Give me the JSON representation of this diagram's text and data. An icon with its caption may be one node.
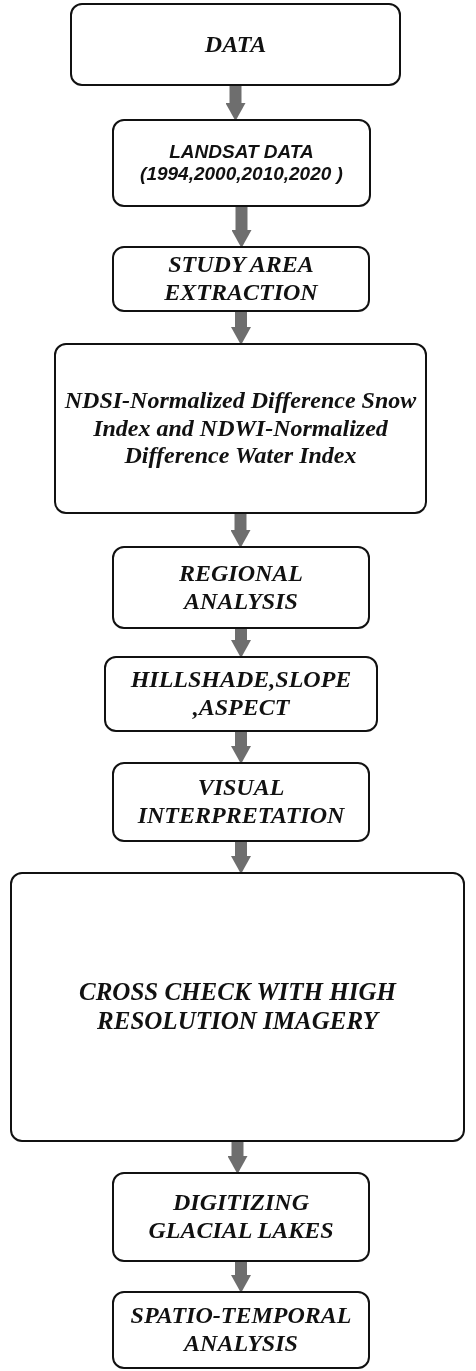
{
  "diagram": {
    "nodes": [
      {
        "text": [
          "DATA"
        ]
      },
      {
        "text": [
          "LANDSAT DATA (1994,2000,2010,2020 )"
        ]
      },
      {
        "text": [
          "STUDY AREA EXTRACTION"
        ]
      },
      {
        "text": [
          "NDSI-Normalized Difference Snow Index and NDWI-Normalized Difference Water Index"
        ]
      },
      {
        "text": [
          "REGIONAL ANALYSIS"
        ]
      },
      {
        "text": [
          "HILLSHADE,SLOPE ,ASPECT"
        ]
      },
      {
        "text": [
          "VISUAL INTERPRETATION"
        ]
      },
      {
        "text": [
          "CROSS CHECK WITH HIGH RESOLUTION IMAGERY"
        ]
      },
      {
        "text": [
          "DIGITIZING GLACIAL LAKES"
        ]
      },
      {
        "text": [
          "SPATIO-TEMPORAL ANALYSIS"
        ]
      }
    ],
    "edges": [
      {
        "from": 0,
        "to": 1,
        "arrow": "to"
      },
      {
        "from": 1,
        "to": 2,
        "arrow": "to"
      },
      {
        "from": 2,
        "to": 3,
        "arrow": "to"
      },
      {
        "from": 3,
        "to": 4,
        "arrow": "to"
      },
      {
        "from": 4,
        "to": 5,
        "arrow": "to"
      },
      {
        "from": 5,
        "to": 6,
        "arrow": "to"
      },
      {
        "from": 6,
        "to": 7,
        "arrow": "to"
      },
      {
        "from": 7,
        "to": 8,
        "arrow": "to"
      },
      {
        "from": 8,
        "to": 9,
        "arrow": "to"
      }
    ]
  }
}
